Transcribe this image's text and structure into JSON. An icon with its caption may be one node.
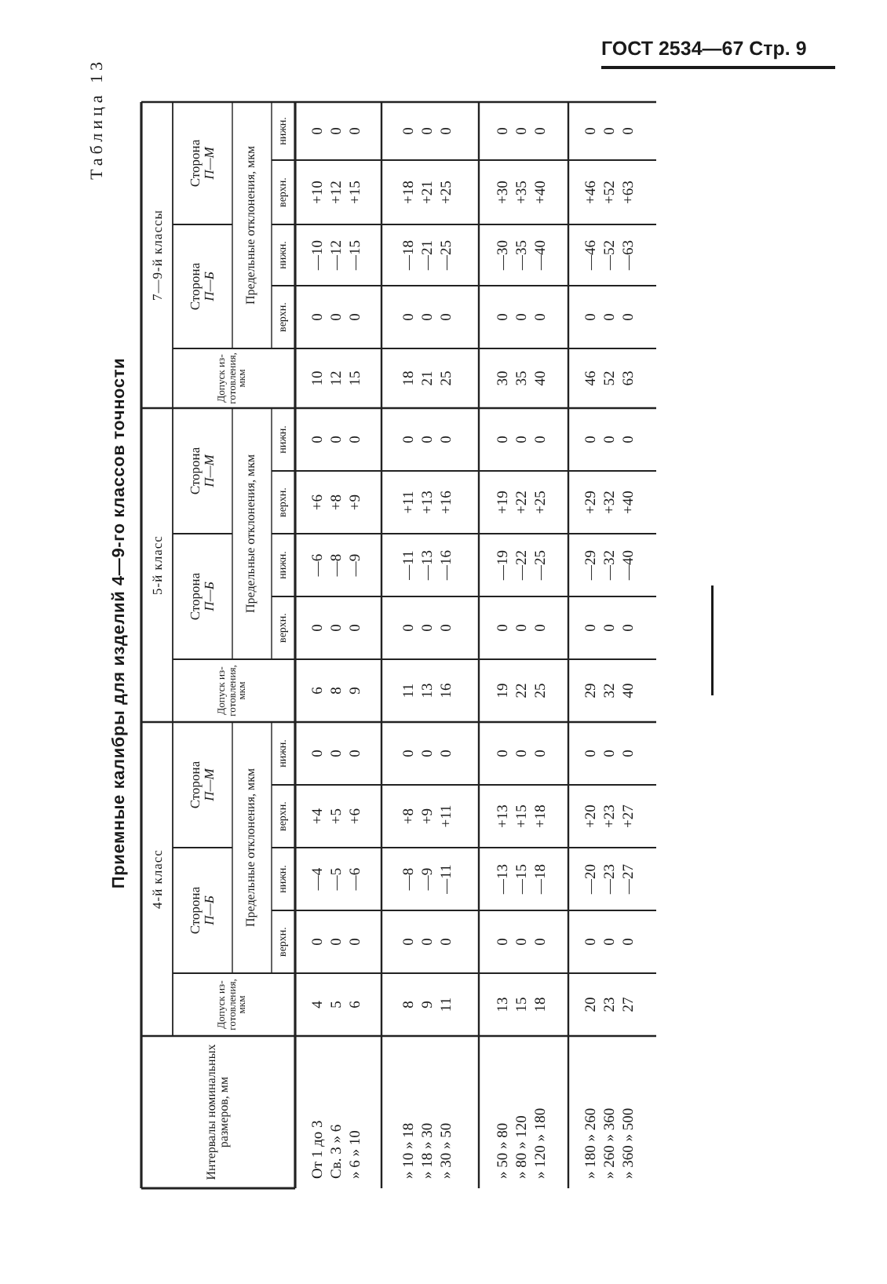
{
  "diagram": {
    "title": "Приемные калибры для изделий 4—9-го классов точности",
    "labels": [
      "ГОСТ 2534—67 Стр. 9",
      "Таблица 13",
      "Интервалы номинальных размеров, мм",
      "4-й класс",
      "5-й класс",
      "7—9-й классы",
      "Допуск из- готовления, мкм",
      "Сторона *П—Б*",
      "Сторона *П—М*",
      "Допуск из- готовления, мкм",
      "Сторона *П—Б*",
      "Сторона *П—М*",
      "Допуск из- готовления, мкм",
      "Сторона *П—Б*",
      "Сторона *П—М*",
      "Предельные отклонения, мкм",
      "Предельные отклонения, мкм",
      "Предельные отклонения, мкм",
      "верхн.",
      "нижн.",
      "верхн.",
      "нижн.",
      "верхн.",
      "нижн.",
      "верхн.",
      "нижн.",
      "верхн.",
      "нижн.",
      "верхн.",
      "нижн.",
      "От 1 до 3",
      "4",
      "0",
      "—4",
      "+4",
      "0",
      "6",
      "0",
      "—6",
      "+6",
      "0",
      "10",
      "0",
      "—10",
      "+10",
      "0",
      "Св. 3 » 6",
      "5",
      "0",
      "—5",
      "+5",
      "0",
      "8",
      "0",
      "—8",
      "+8",
      "0",
      "12",
      "0",
      "—12",
      "+12",
      "0",
      "» 6 » 10",
      "6",
      "0",
      "—6",
      "+6",
      "0",
      "9",
      "0",
      "—9",
      "+9",
      "0",
      "15",
      "0",
      "—15",
      "+15",
      "0",
      "» 10 » 18",
      "8",
      "0",
      "—8",
      "+8",
      "0",
      "11",
      "0",
      "—11",
      "+11",
      "0",
      "18",
      "0",
      "—18",
      "+18",
      "0",
      "» 18 » 30",
      "9",
      "0",
      "—9",
      "+9",
      "0",
      "13",
      "0",
      "—13",
      "+13",
      "0",
      "21",
      "0",
      "—21",
      "+21",
      "0",
      "» 30 » 50",
      "11",
      "0",
      "—11",
      "+11",
      "0",
      "16",
      "0",
      "—16",
      "+16",
      "0",
      "25",
      "0",
      "—25",
      "+25",
      "0",
      "» 50 » 80",
      "13",
      "0",
      "—13",
      "+13",
      "0",
      "19",
      "0",
      "—19",
      "+19",
      "0",
      "30",
      "0",
      "—30",
      "+30",
      "0",
      "» 80 » 120",
      "15",
      "0",
      "—15",
      "+15",
      "0",
      "22",
      "0",
      "—22",
      "+22",
      "0",
      "35",
      "0",
      "—35",
      "+35",
      "0",
      "» 120 » 180",
      "18",
      "0",
      "—18",
      "+18",
      "0",
      "25",
      "0",
      "—25",
      "+25",
      "0",
      "40",
      "0",
      "—40",
      "+40",
      "0",
      "» 180 » 260",
      "20",
      "0",
      "—20",
      "+20",
      "0",
      "29",
      "0",
      "—29",
      "+29",
      "0",
      "46",
      "0",
      "—46",
      "+46",
      "0",
      "» 260 » 360",
      "23",
      "0",
      "—23",
      "+23",
      "0",
      "32",
      "0",
      "—32",
      "+32",
      "0",
      "52",
      "0",
      "—52",
      "+52",
      "0",
      "» 360 » 500",
      "27",
      "0",
      "—27",
      "+27",
      "0",
      "40",
      "0",
      "—40",
      "+40",
      "0",
      "63",
      "0",
      "—63",
      "+63",
      "0"
    ]
  }
}
